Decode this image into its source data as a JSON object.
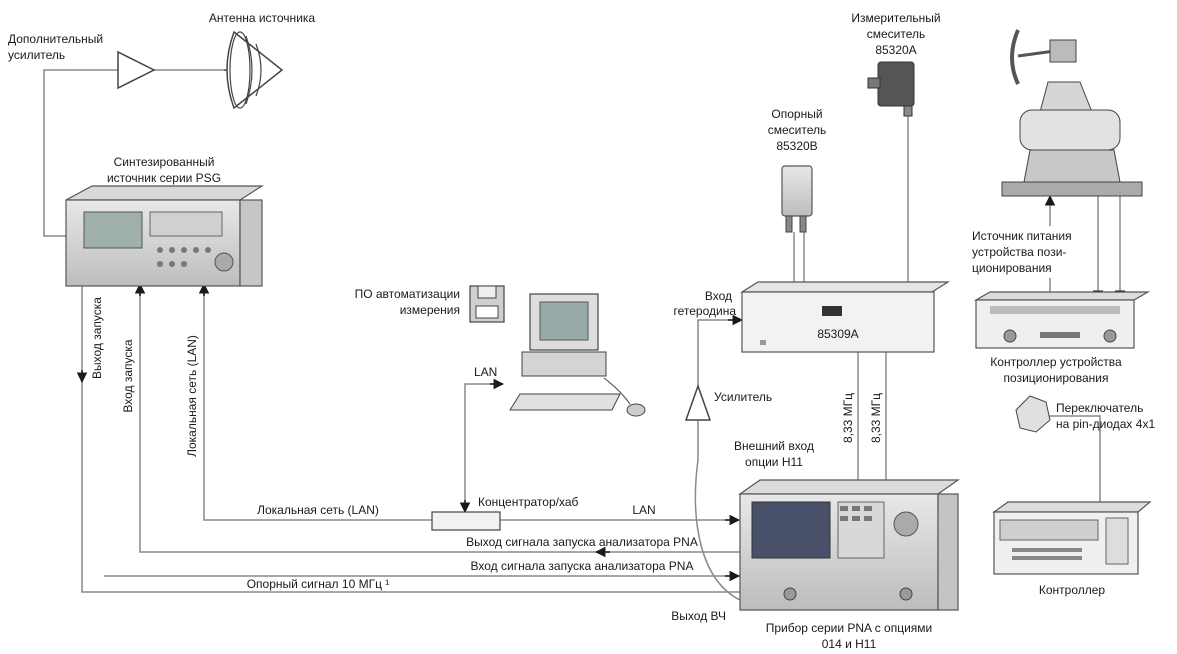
{
  "labels": {
    "antenna_source": "Антенна источника",
    "aux_amp_1": "Дополнительный",
    "aux_amp_2": "усилитель",
    "psg_1": "Синтезированный",
    "psg_2": "источник серии PSG",
    "trig_out": "Выход запуска",
    "trig_in": "Вход запуска",
    "lan_vert": "Локальная сеть (LAN)",
    "meas_mixer_1": "Измерительный",
    "meas_mixer_2": "смеситель",
    "meas_mixer_3": "85320A",
    "ref_mixer_1": "Опорный",
    "ref_mixer_2": "смеситель",
    "ref_mixer_3": "85320B",
    "software_1": "ПО автоматизации",
    "software_2": "измерения",
    "lo_in_1": "Вход",
    "lo_in_2": "гетеродина",
    "box_85309": "85309A",
    "lan_pc": "LAN",
    "amplifier": "Усилитель",
    "freq_1": "8,33 МГц",
    "freq_2": "8,33 МГц",
    "ext_in_1": "Внешний вход",
    "ext_in_2": "опции H11",
    "hub": "Концентратор/хаб",
    "lan_left": "Локальная сеть (LAN)",
    "lan_right": "LAN",
    "pna_trig_out": "Выход сигнала запуска анализатора PNA",
    "pna_trig_in": "Вход сигнала запуска анализатора PNA",
    "ref10": "Опорный сигнал 10 МГц ¹",
    "rf_out": "Выход ВЧ",
    "pna_1": "Прибор серии PNA с опциями",
    "pna_2": "014 и H11",
    "power_1": "Источник питания",
    "power_2": "устройства пози-",
    "power_3": "ционирования",
    "pos_ctrl_1": "Контроллер устройства",
    "pos_ctrl_2": "позиционирования",
    "switch_1": "Переключатель",
    "switch_2": "на pin-диодах 4x1",
    "controller": "Контроллер"
  }
}
